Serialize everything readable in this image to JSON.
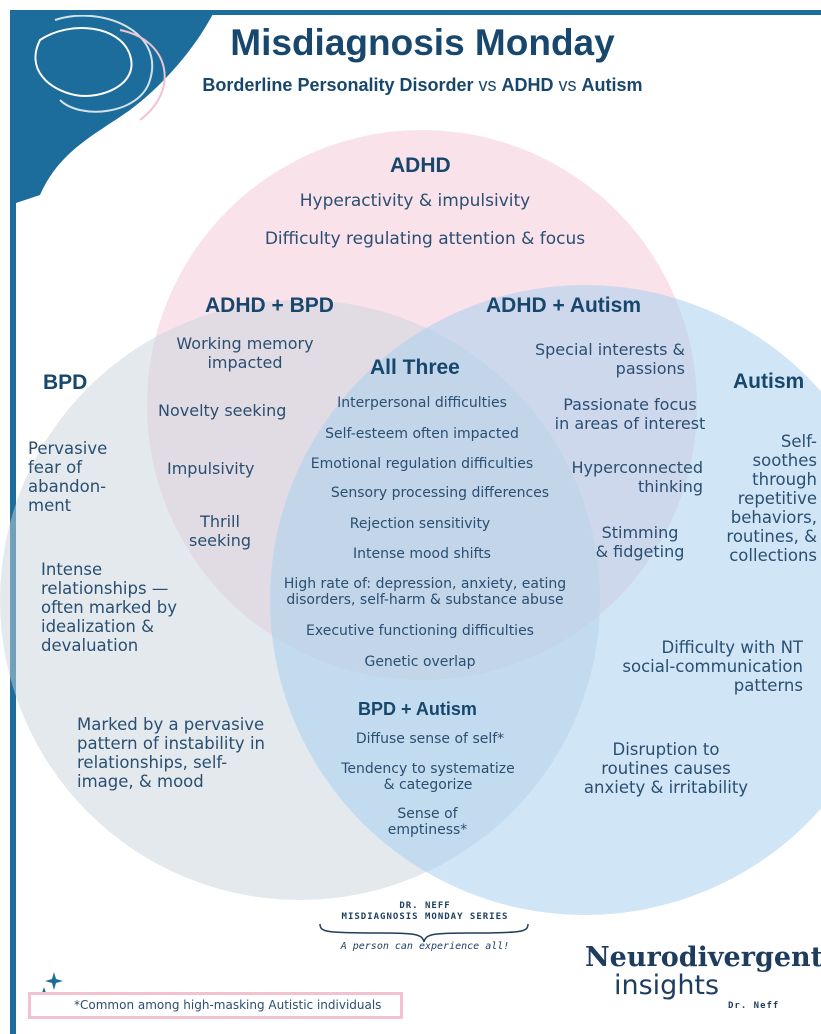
{
  "title": "Misdiagnosis Monday",
  "subtitle": {
    "bpd": "Borderline Personality Disorder",
    "vs1": " vs ",
    "adhd": "ADHD",
    "vs2": " vs ",
    "autism": "Autism"
  },
  "colors": {
    "adhd_circle": "#f6cbd9",
    "bpd_circle": "#d5dde3",
    "autism_circle": "#b5d7ef",
    "frame": "#1c6d9b",
    "text": "#1e3d5e"
  },
  "adhd": {
    "heading": "ADHD",
    "items": [
      "Hyperactivity & impulsivity",
      "Difficulty regulating attention & focus"
    ]
  },
  "adhd_bpd": {
    "heading": "ADHD + BPD",
    "items": [
      "Working memory\nimpacted",
      "Novelty seeking",
      "Impulsivity",
      "Thrill\nseeking"
    ]
  },
  "adhd_autism": {
    "heading": "ADHD + Autism",
    "items": [
      "Special interests &\npassions",
      "Passionate focus\nin areas of interest",
      "Hyperconnected\nthinking",
      "Stimming\n& fidgeting"
    ]
  },
  "all_three": {
    "heading": "All Three",
    "items": [
      "Interpersonal difficulties",
      "Self-esteem often impacted",
      "Emotional regulation difficulties",
      "Sensory processing differences",
      "Rejection sensitivity",
      "Intense mood shifts",
      "High rate of: depression, anxiety, eating\ndisorders, self-harm & substance abuse",
      "Executive functioning difficulties",
      "Genetic overlap"
    ]
  },
  "bpd": {
    "heading": "BPD",
    "items": [
      "Pervasive\nfear of\nabandon-\nment",
      "Intense\nrelationships —\noften marked by\nidealization &\ndevaluation",
      "Marked by a pervasive\npattern of instability in\nrelationships, self-\nimage, & mood"
    ]
  },
  "autism": {
    "heading": "Autism",
    "items": [
      "Self-\nsoothes\nthrough\nrepetitive\nbehaviors,\nroutines, &\ncollections",
      "Difficulty with NT\nsocial-communication\npatterns",
      "Disruption to\nroutines causes\nanxiety & irritability"
    ]
  },
  "bpd_autism": {
    "heading": "BPD + Autism",
    "items": [
      "Diffuse sense of self*",
      "Tendency to systematize\n& categorize",
      "Sense of\nemptiness*"
    ]
  },
  "series": {
    "author": "DR. NEFF",
    "name": "MISDIAGNOSIS MONDAY SERIES",
    "tagline": "A person can experience all!"
  },
  "footnote": "*Common among high-masking Autistic individuals",
  "brand": {
    "line1": "Neurodivergent",
    "line2": "insights",
    "signature": "Dr. Neff"
  },
  "icons": [
    "sparkles-icon",
    "brace-icon"
  ]
}
